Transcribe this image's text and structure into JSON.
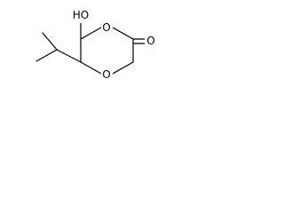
{
  "molecule": {
    "atoms": {
      "hydroxyl": "HO",
      "ring_oxygen_top": "O",
      "ring_oxygen_bottom": "O",
      "carbonyl_oxygen": "O"
    }
  }
}
